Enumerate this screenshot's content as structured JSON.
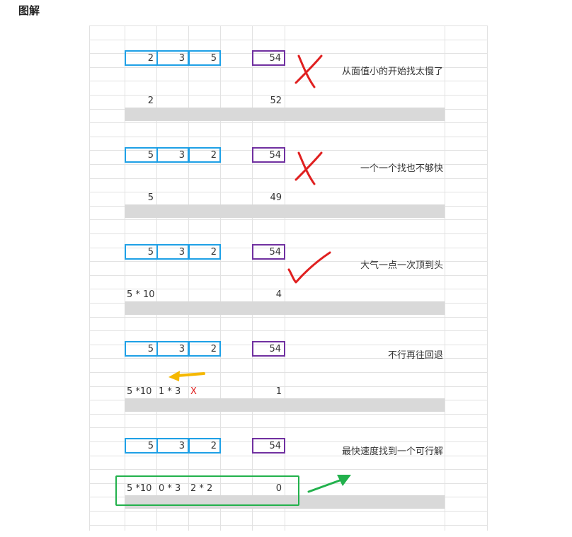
{
  "page_title": "图解",
  "sections": [
    {
      "coins": [
        "2",
        "3",
        "5"
      ],
      "target": "54",
      "verdict": "cross",
      "note": "从面值小的开始找太慢了",
      "row": [
        {
          "text": "2",
          "col": "c2",
          "kind": "right"
        },
        {
          "text": "52",
          "col": "c6",
          "kind": "right"
        }
      ]
    },
    {
      "coins": [
        "5",
        "3",
        "2"
      ],
      "target": "54",
      "verdict": "cross",
      "note": "一个一个找也不够快",
      "row": [
        {
          "text": "5",
          "col": "c2",
          "kind": "right"
        },
        {
          "text": "49",
          "col": "c6",
          "kind": "right"
        }
      ]
    },
    {
      "coins": [
        "5",
        "3",
        "2"
      ],
      "target": "54",
      "verdict": "check",
      "note": "大气一点一次顶到头",
      "row": [
        {
          "text": "5 * 10",
          "col": "c2",
          "kind": "left"
        },
        {
          "text": "4",
          "col": "c6",
          "kind": "right"
        }
      ]
    },
    {
      "coins": [
        "5",
        "3",
        "2"
      ],
      "target": "54",
      "verdict": "back-arrow",
      "note": "不行再往回退",
      "row": [
        {
          "text": "5 *10",
          "col": "c2",
          "kind": "left"
        },
        {
          "text": "1 * 3",
          "col": "c3",
          "kind": "left"
        },
        {
          "text": "X",
          "col": "c4",
          "kind": "left",
          "red": true
        },
        {
          "text": "1",
          "col": "c6",
          "kind": "right"
        }
      ]
    },
    {
      "coins": [
        "5",
        "3",
        "2"
      ],
      "target": "54",
      "verdict": "green-arrow",
      "note": "最快速度找到一个可行解",
      "row": [
        {
          "text": "5 *10",
          "col": "c2",
          "kind": "left"
        },
        {
          "text": "0 * 3",
          "col": "c3",
          "kind": "left"
        },
        {
          "text": "2 * 2",
          "col": "c4",
          "kind": "left"
        },
        {
          "text": "0",
          "col": "c6",
          "kind": "right"
        }
      ]
    }
  ],
  "colors": {
    "coin_box": "#1ea0e6",
    "target_box": "#7030a0",
    "cross": "#e02020",
    "check": "#e02020",
    "back_arrow": "#f5b800",
    "solution_box": "#22b14c"
  }
}
